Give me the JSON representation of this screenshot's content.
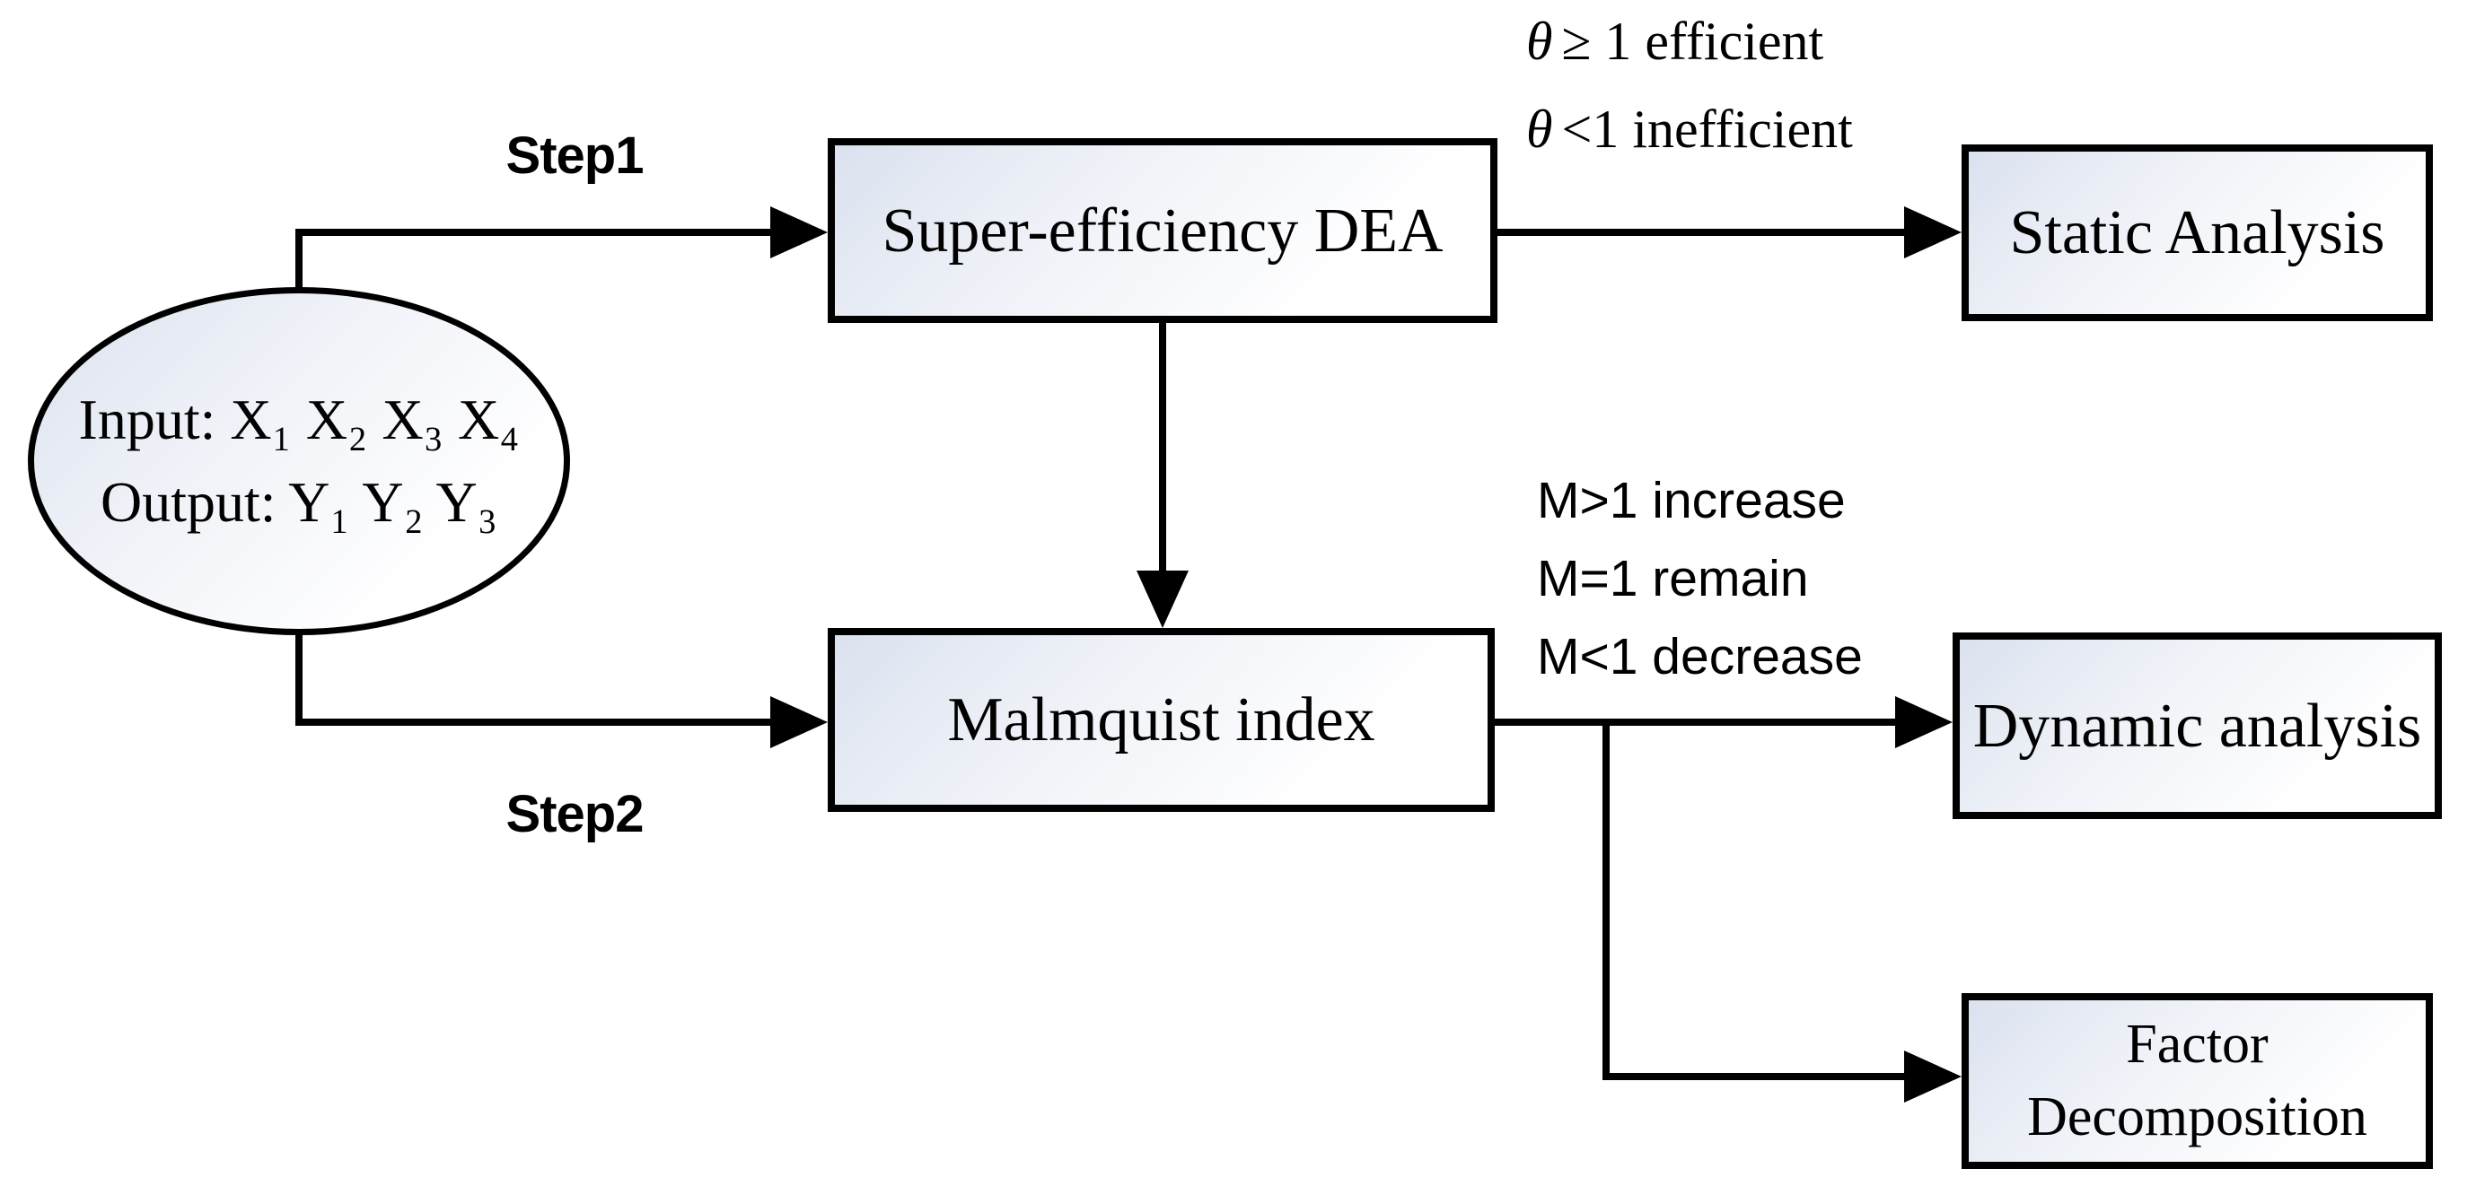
{
  "nodes": {
    "input_output_ellipse": {
      "line1": "Input: X₁ X₂ X₃ X₄",
      "line2": "Output: Y₁ Y₂ Y₃"
    },
    "super_efficiency_dea": {
      "label": "Super-efficiency DEA"
    },
    "static_analysis": {
      "label": "Static Analysis"
    },
    "malmquist_index": {
      "label": "Malmquist index"
    },
    "dynamic_analysis": {
      "label": "Dynamic analysis"
    },
    "factor_decomposition": {
      "line1": "Factor",
      "line2": "Decomposition"
    }
  },
  "step_labels": {
    "step1": "Step1",
    "step2": "Step2"
  },
  "annotations": {
    "theta_symbol": "θ",
    "theta_line1_rest": "≥ 1 efficient",
    "theta_line2_rest": "<1 inefficient",
    "m_line1": "M>1 increase",
    "m_line2": "M=1 remain",
    "m_line3": "M<1 decrease"
  },
  "colors": {
    "stroke": "#000000",
    "node_fill_light": "#dbe2ef",
    "node_fill_white": "#ffffff",
    "background": "#ffffff"
  }
}
